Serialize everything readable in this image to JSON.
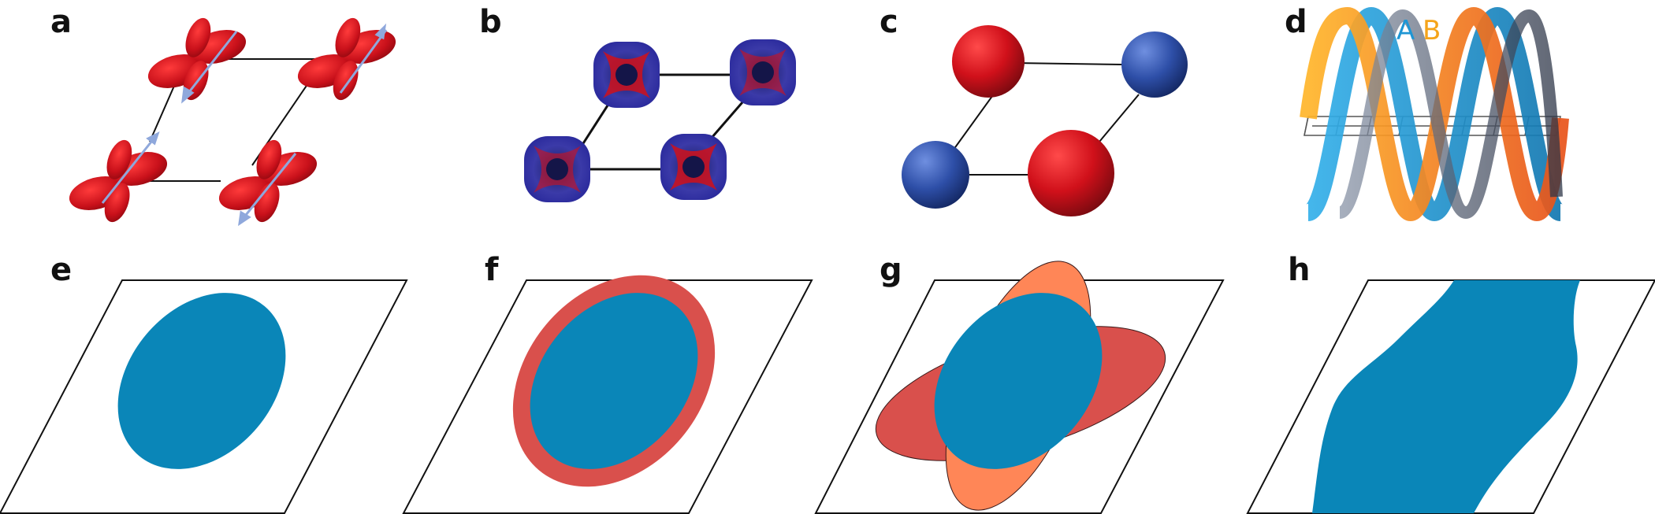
{
  "panels": {
    "a": {
      "label": "a"
    },
    "b": {
      "label": "b"
    },
    "c": {
      "label": "c"
    },
    "d": {
      "label": "d",
      "strand_a": "A",
      "strand_b": "B"
    },
    "e": {
      "label": "e"
    },
    "f": {
      "label": "f"
    },
    "g": {
      "label": "g"
    },
    "h": {
      "label": "h"
    }
  },
  "colors": {
    "orbital_red": "#c8101a",
    "arrow_blue": "#8fa8dc",
    "atom_red": "#d0101a",
    "atom_blue": "#2e4fa8",
    "strand_blue": "#1e96d4",
    "strand_orange": "#f5a41a",
    "fermi_teal": "#0a86b8",
    "pocket_red": "#d9504c",
    "pocket_orange": "#ff8657",
    "outline": "#111111"
  }
}
